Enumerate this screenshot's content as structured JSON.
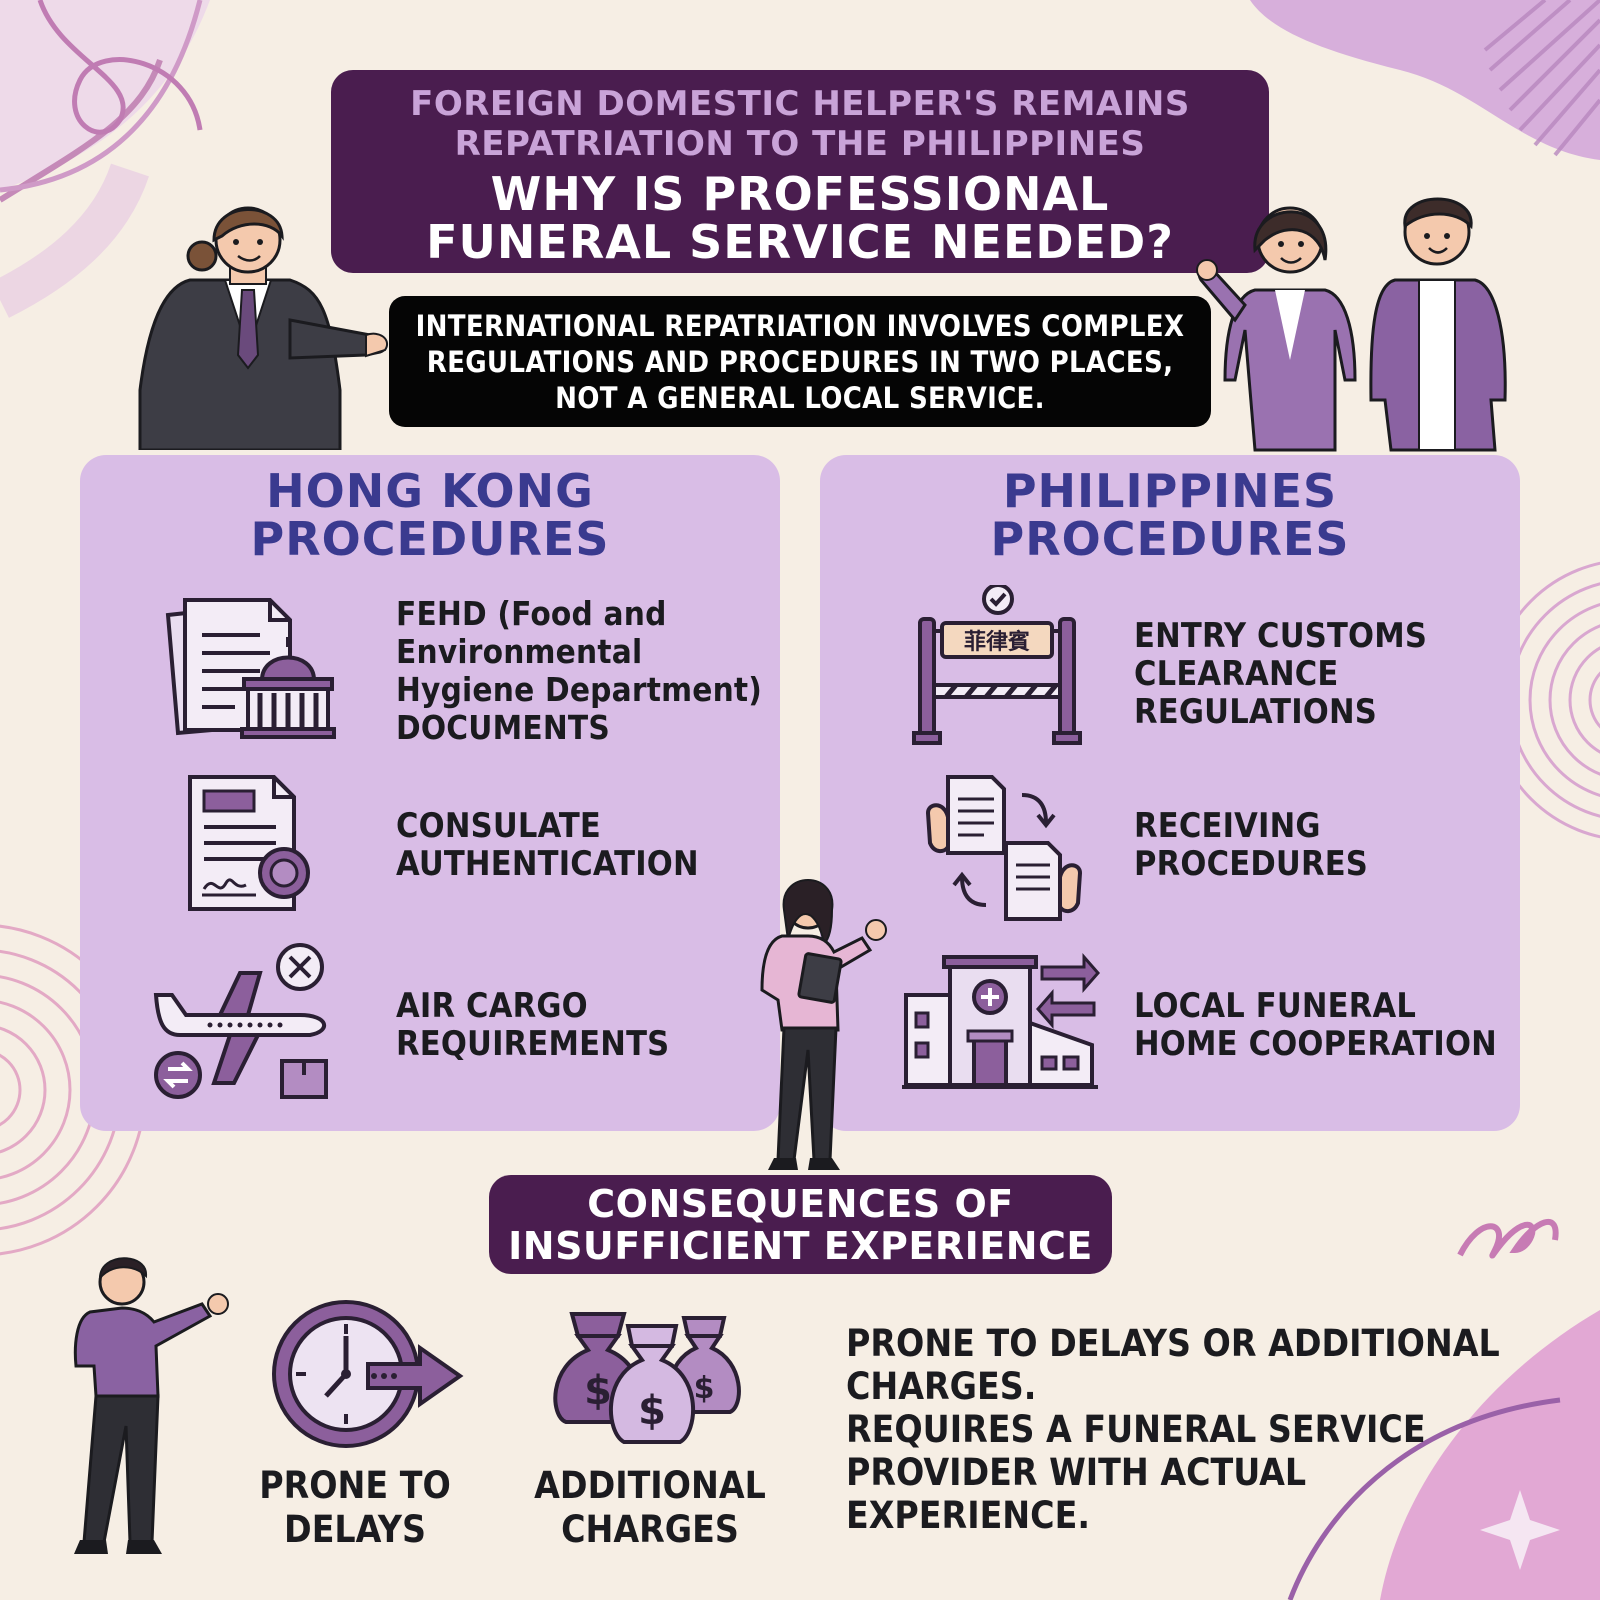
{
  "header": {
    "subtitle_line1": "FOREIGN DOMESTIC HELPER'S REMAINS",
    "subtitle_line2": "REPATRIATION TO THE PHILIPPINES",
    "title_line1": "WHY IS PROFESSIONAL",
    "title_line2": "FUNERAL SERVICE NEEDED?"
  },
  "intro": {
    "line1": "INTERNATIONAL REPATRIATION INVOLVES COMPLEX",
    "line2": "REGULATIONS AND PROCEDURES IN TWO PLACES,",
    "line3": "NOT A GENERAL LOCAL SERVICE."
  },
  "hong_kong": {
    "title_line1": "HONG KONG",
    "title_line2": "PROCEDURES",
    "items": [
      {
        "lines": [
          "FEHD (Food and",
          "Environmental",
          "Hygiene Department)",
          "DOCUMENTS"
        ],
        "icon": "government-documents-icon"
      },
      {
        "lines": [
          "CONSULATE",
          "AUTHENTICATION"
        ],
        "icon": "certificate-icon"
      },
      {
        "lines": [
          "AIR CARGO",
          "REQUIREMENTS"
        ],
        "icon": "airplane-cargo-icon"
      }
    ]
  },
  "philippines": {
    "title_line1": "PHILIPPINES",
    "title_line2": "PROCEDURES",
    "gate_sign": "菲律賓",
    "items": [
      {
        "lines": [
          "ENTRY CUSTOMS",
          "CLEARANCE",
          "REGULATIONS"
        ],
        "icon": "customs-gate-icon"
      },
      {
        "lines": [
          "RECEIVING",
          "PROCEDURES"
        ],
        "icon": "document-exchange-icon"
      },
      {
        "lines": [
          "LOCAL FUNERAL",
          "HOME COOPERATION"
        ],
        "icon": "funeral-home-building-icon"
      }
    ]
  },
  "consequences": {
    "title_line1": "CONSEQUENCES OF",
    "title_line2": "INSUFFICIENT EXPERIENCE",
    "delays": {
      "line1": "PRONE TO",
      "line2": "DELAYS",
      "icon": "clock-delay-icon"
    },
    "charges": {
      "line1": "ADDITIONAL",
      "line2": "CHARGES",
      "icon": "money-bags-icon"
    },
    "summary_lines": [
      "PRONE TO DELAYS OR ADDITIONAL",
      "CHARGES.",
      "REQUIRES A FUNERAL SERVICE",
      "PROVIDER WITH ACTUAL",
      "EXPERIENCE."
    ]
  },
  "colors": {
    "background": "#f6eee4",
    "dark_purple": "#4a1d4f",
    "panel_lilac": "#d9bde6",
    "heading_blue": "#3a3a8f",
    "icon_purple": "#8c5f9c"
  }
}
